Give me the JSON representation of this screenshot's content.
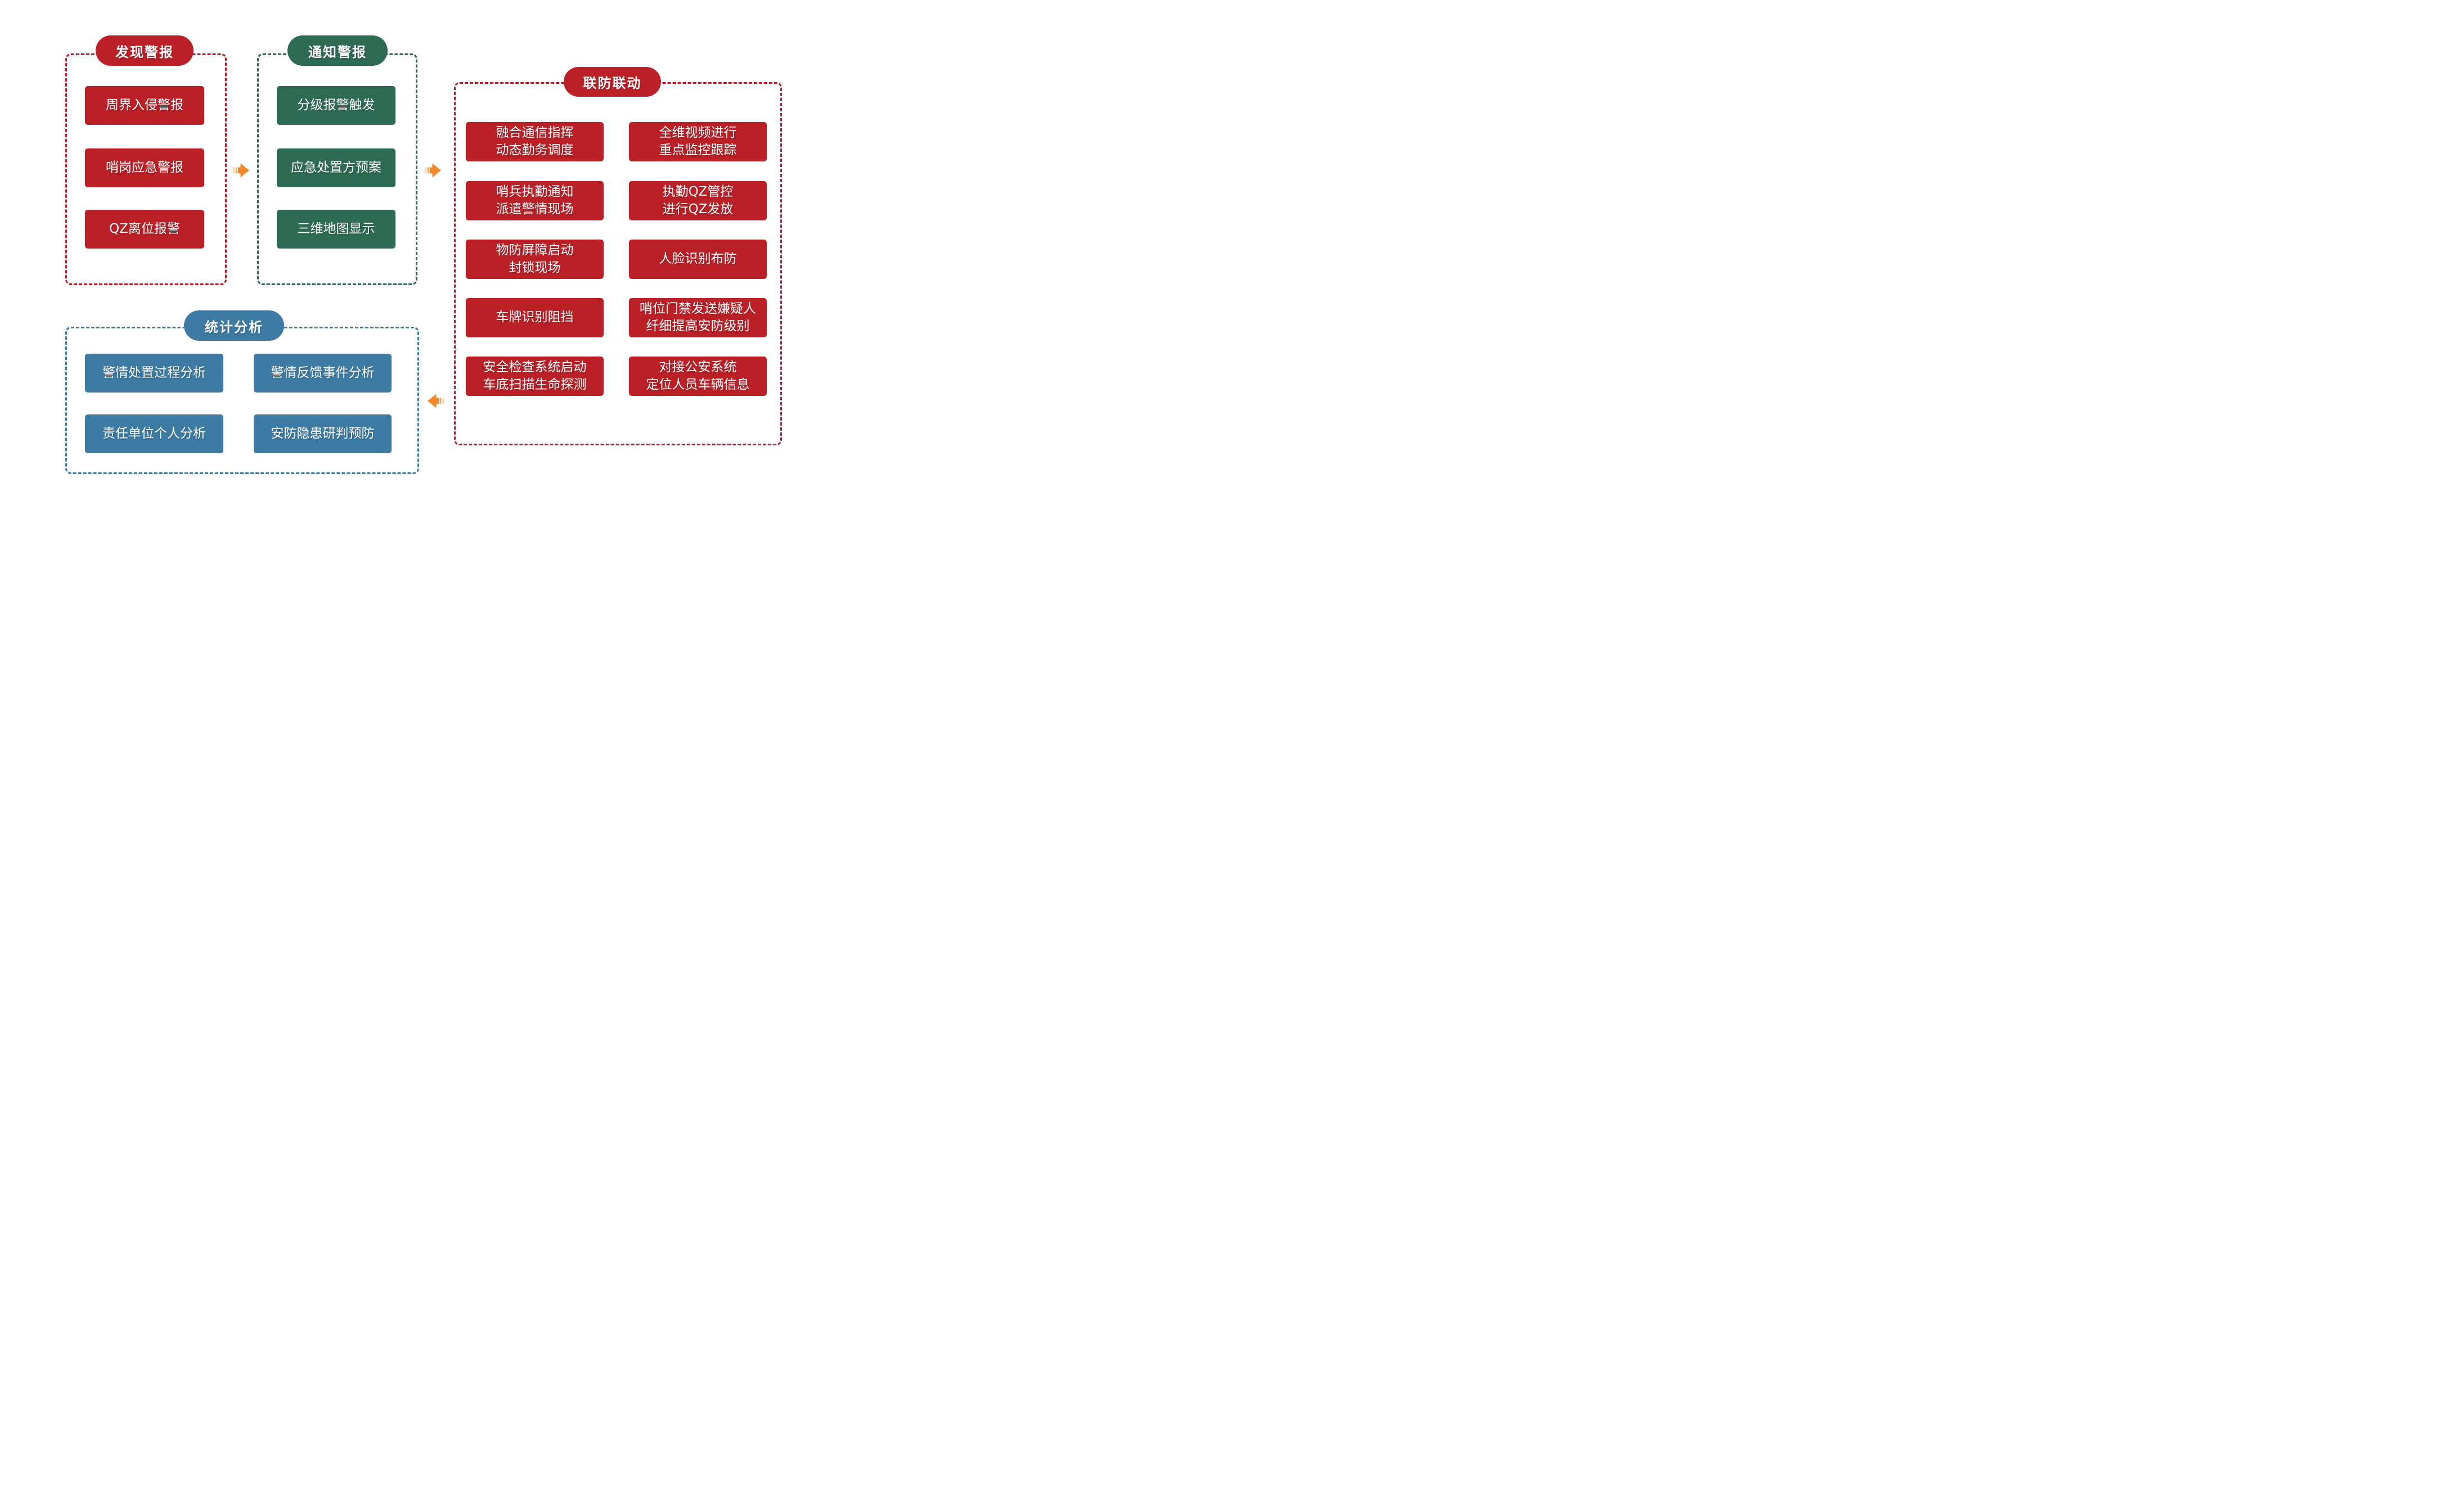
{
  "groups": {
    "discover": {
      "title": "发现警报",
      "items": [
        "周界入侵警报",
        "哨岗应急警报",
        "QZ离位报警"
      ]
    },
    "notify": {
      "title": "通知警报",
      "items": [
        "分级报警触发",
        "应急处置方预案",
        "三维地图显示"
      ]
    },
    "linkage": {
      "title": "联防联动",
      "left": [
        "融合通信指挥\n动态勤务调度",
        "哨兵执勤通知\n派遣警情现场",
        "物防屏障启动\n封锁现场",
        "车牌识别阻挡",
        "安全检查系统启动\n车底扫描生命探测"
      ],
      "right": [
        "全维视频进行\n重点监控跟踪",
        "执勤QZ管控\n进行QZ发放",
        "人脸识别布防",
        "哨位门禁发送嫌疑人\n纤细提高安防级别",
        "对接公安系统\n定位人员车辆信息"
      ]
    },
    "stats": {
      "title": "统计分析",
      "left": [
        "警情处置过程分析",
        "责任单位个人分析"
      ],
      "right": [
        "警情反馈事件分析",
        "安防隐患研判预防"
      ]
    }
  },
  "colors": {
    "red": "#BB2027",
    "green": "#2E6B54",
    "blue": "#3D7BA4",
    "arrow_orange": "#F0892C",
    "arrow_stripe_light": "#FBD3A5",
    "arrow_stripe_mid": "#F6AC63"
  }
}
